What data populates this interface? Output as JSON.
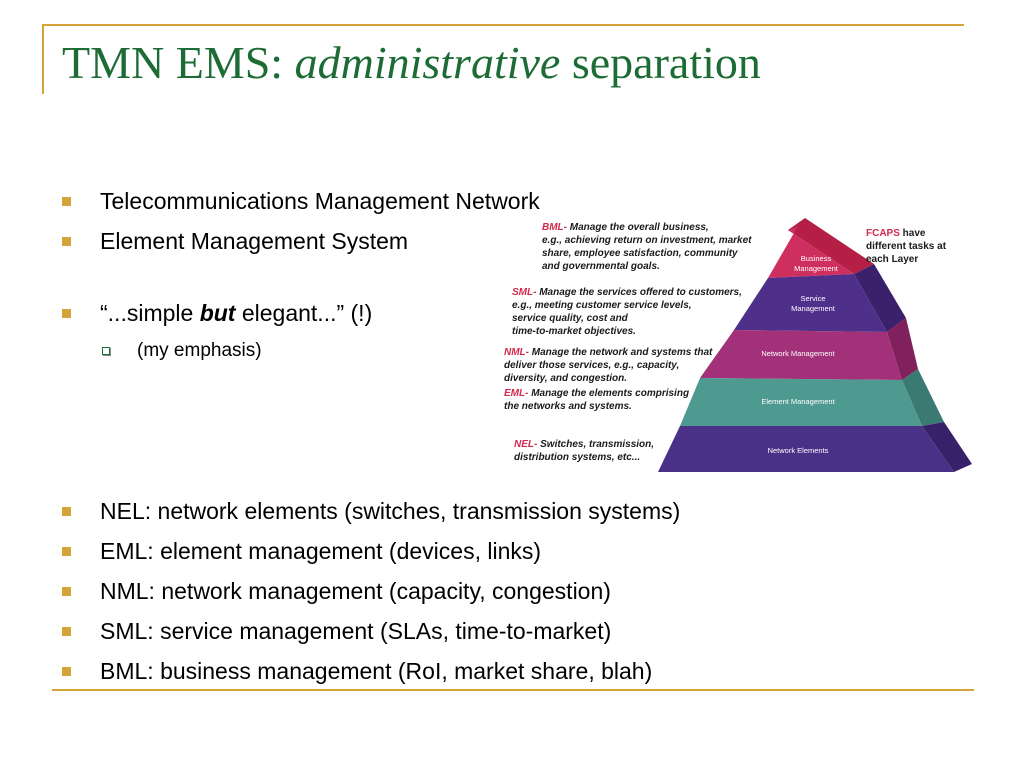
{
  "slide": {
    "title": {
      "normal_1": "TMN EMS:",
      "italic": "administrative",
      "normal_2": "separation"
    },
    "top_bullets": [
      {
        "text": "Telecommunications Management Network"
      },
      {
        "text": "Element Management System"
      }
    ],
    "quote_bullet": {
      "prefix": "“...simple ",
      "bold": "but",
      "suffix": " elegant...” (!)"
    },
    "sub_bullet": "(my emphasis)",
    "layer_bullets": [
      "NEL: network elements (switches, transmission systems)",
      "EML: element management (devices, links)",
      "NML: network management (capacity, congestion)",
      "SML: service management (SLAs, time-to-market)",
      "BML: business management (RoI, market share, blah)"
    ],
    "colors": {
      "title": "#1d6b35",
      "bullet": "#d4a43a",
      "frame": "#d4a43a"
    }
  },
  "diagram": {
    "layers": [
      {
        "label_1": "Business",
        "label_2": "Management",
        "color": "#cf2f5f",
        "side": "#b51f46"
      },
      {
        "label_1": "Service",
        "label_2": "Management",
        "color": "#4e2f8a",
        "side": "#3b206c"
      },
      {
        "label_1": "Network Management",
        "label_2": "",
        "color": "#a23179",
        "side": "#80205c"
      },
      {
        "label_1": "Element Management",
        "label_2": "",
        "color": "#4e9a91",
        "side": "#3a7a73"
      },
      {
        "label_1": "Network Elements",
        "label_2": "",
        "color": "#4b3087",
        "side": "#37226a"
      }
    ],
    "annotations": [
      {
        "key": "BML-",
        "line_1": " Manage the overall business,",
        "lines": [
          "e.g., achieving return on investment, market",
          "share, employee satisfaction, community",
          "and governmental goals."
        ]
      },
      {
        "key": "SML-",
        "line_1": " Manage the services offered to customers,",
        "lines": [
          "e.g., meeting customer service levels,",
          "service quality, cost and",
          "time-to-market objectives."
        ]
      },
      {
        "key": "NML-",
        "line_1": " Manage the network and systems that",
        "lines": [
          "deliver those services, e.g., capacity,",
          "diversity, and congestion."
        ]
      },
      {
        "key": "EML-",
        "line_1": " Manage the elements comprising",
        "lines": [
          "the networks and systems."
        ]
      },
      {
        "key": "NEL-",
        "line_1": " Switches, transmission,",
        "lines": [
          "distribution systems, etc..."
        ]
      }
    ],
    "fcaps": {
      "key": "FCAPS",
      "line_1": " have",
      "line_2": "different tasks at",
      "line_3": "each Layer"
    }
  }
}
